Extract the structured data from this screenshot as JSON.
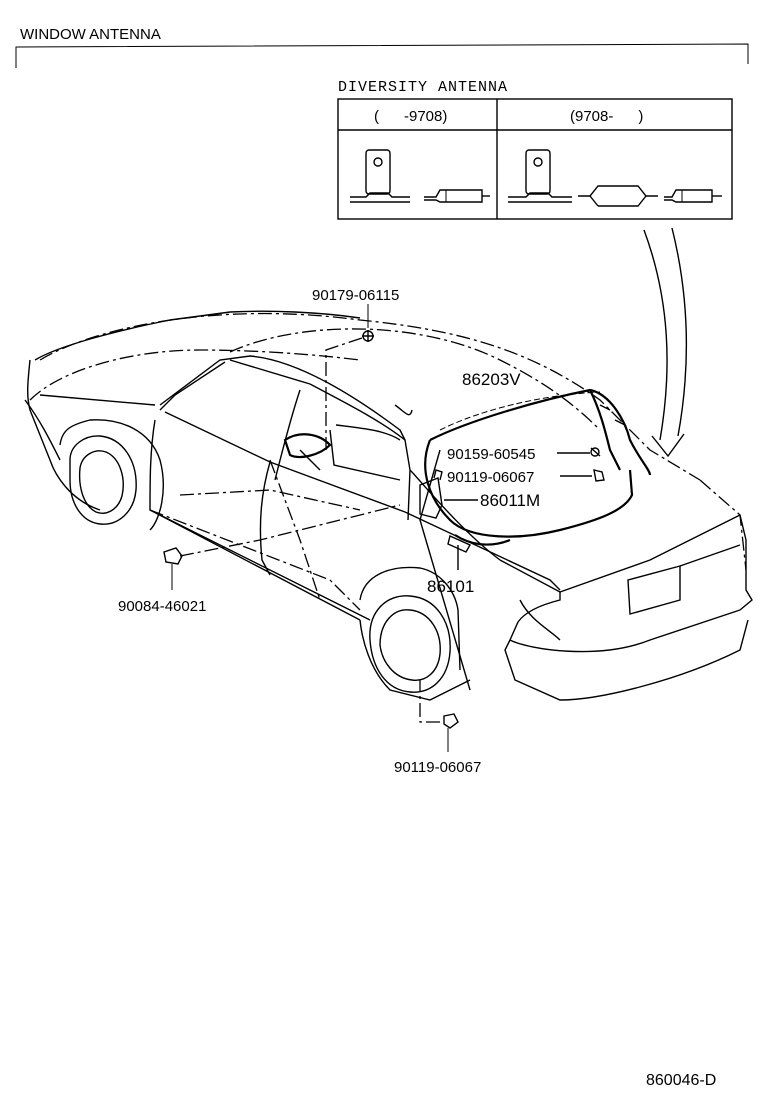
{
  "title": "WINDOW ANTENNA",
  "inset": {
    "title": "DIVERSITY ANTENNA",
    "columns": [
      {
        "label": "(      -9708)"
      },
      {
        "label": "(9708-      )"
      }
    ]
  },
  "parts": [
    {
      "id": "p1",
      "number": "90179-06115"
    },
    {
      "id": "p2",
      "number": "86203V"
    },
    {
      "id": "p3",
      "number": "90159-60545"
    },
    {
      "id": "p4",
      "number": "90119-06067"
    },
    {
      "id": "p5",
      "number": "86011M"
    },
    {
      "id": "p6",
      "number": "86101"
    },
    {
      "id": "p7",
      "number": "90084-46021"
    },
    {
      "id": "p8",
      "number": "90119-06067"
    }
  ],
  "diagram_code": "860046-D",
  "icons": [
    "antenna-amplifier-icon",
    "fastener-icon",
    "car-outline-icon"
  ]
}
